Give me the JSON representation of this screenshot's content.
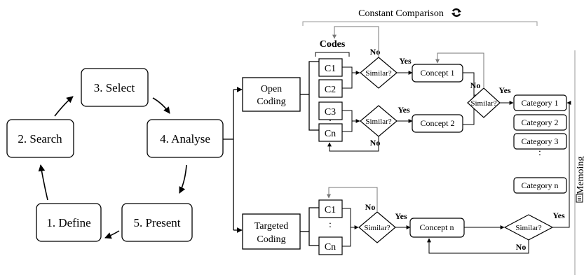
{
  "cycle": {
    "steps": [
      "1. Define",
      "2. Search",
      "3. Select",
      "4. Analyse",
      "5. Present"
    ]
  },
  "header": {
    "constant_comparison": "Constant Comparison",
    "icon": "refresh-icon"
  },
  "codes_label": "Codes",
  "branches": {
    "open_coding": [
      "Open",
      "Coding"
    ],
    "targeted_coding": [
      "Targeted",
      "Coding"
    ]
  },
  "codes": {
    "open": [
      "C1",
      "C2",
      "C3",
      "Cn"
    ],
    "targeted": [
      "C1",
      "Cn"
    ],
    "ellipsis": ":"
  },
  "decision_label": "Similar?",
  "yes": "Yes",
  "no": "No",
  "concepts": [
    "Concept 1",
    "Concept 2",
    "Concept n"
  ],
  "categories": [
    "Category 1",
    "Category 2",
    "Category 3",
    "Category n"
  ],
  "memoing": {
    "label": "Memoing",
    "icon": "memo-icon"
  }
}
